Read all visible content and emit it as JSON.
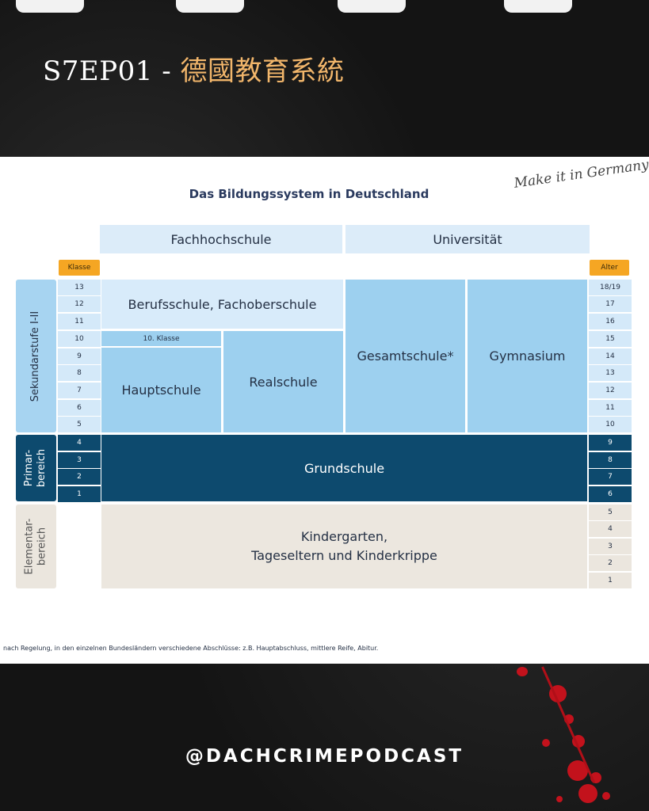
{
  "header": {
    "code": "S7EP01",
    "separator": " - ",
    "topic": "德國教育系統"
  },
  "diagram": {
    "logo": "Make it in Germany",
    "title": "Das Bildungssystem in Deutschland",
    "top_row": {
      "left": "Fachhochschule",
      "right": "Universität"
    },
    "klasse_label": "Klasse",
    "alter_label": "Alter",
    "sides": {
      "sek": "Sekundarstufe I-II",
      "prim": "Primar-\nbereich",
      "elem": "Elementar-\nbereich"
    },
    "schools": {
      "beruf": "Berufsschule, Fachoberschule",
      "zehnte": "10. Klasse",
      "haupt": "Hauptschule",
      "real": "Realschule",
      "gesamt": "Gesamtschule*",
      "gym": "Gymnasium",
      "grund": "Grundschule",
      "kinder_line1": "Kindergarten,",
      "kinder_line2": "Tageseltern und Kinderkrippe"
    },
    "klasse_numbers": [
      "13",
      "12",
      "11",
      "10",
      "9",
      "8",
      "7",
      "6",
      "5",
      "4",
      "3",
      "2",
      "1"
    ],
    "alter_numbers": [
      "18/19",
      "17",
      "16",
      "15",
      "14",
      "13",
      "12",
      "11",
      "10",
      "9",
      "8",
      "7",
      "6",
      "5",
      "4",
      "3",
      "2",
      "1"
    ],
    "footnote": "nach Regelung, in den einzelnen Bundesländern verschiedene Abschlüsse: z.B. Hauptabschluss, mittlere Reife, Abitur."
  },
  "footer": {
    "handle": "@DACHCRIMEPODCAST"
  }
}
